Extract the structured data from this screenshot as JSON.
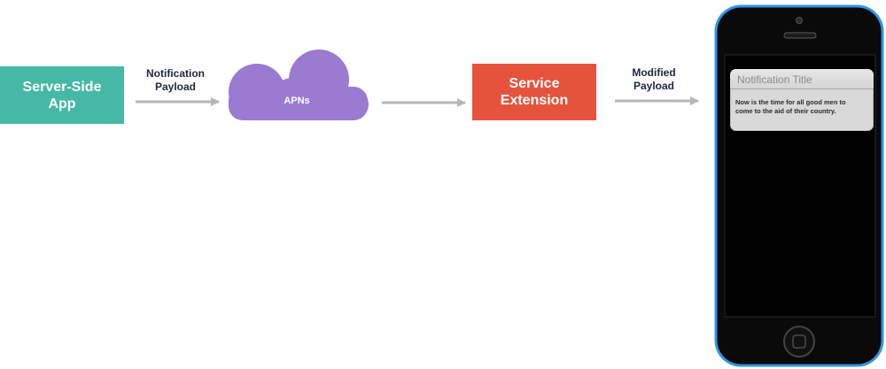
{
  "nodes": {
    "server_app": {
      "lines": [
        "Server-Side",
        "App"
      ],
      "color": "#45b8a6"
    },
    "apns": {
      "label": "APNs",
      "color": "#9b7ad1"
    },
    "service_extension": {
      "lines": [
        "Service",
        "Extension"
      ],
      "color": "#e5533d"
    }
  },
  "edges": {
    "notification_payload": {
      "lines": [
        "Notification",
        "Payload"
      ]
    },
    "modified_payload": {
      "lines": [
        "Modified",
        "Payload"
      ]
    }
  },
  "phone": {
    "frame_color": "#2f96e3",
    "notification": {
      "title": "Notification Title",
      "body_lines": [
        "Now is the time for all good men to",
        "come to the aid of their country."
      ]
    }
  },
  "arrow_color": "#b3b7b9"
}
